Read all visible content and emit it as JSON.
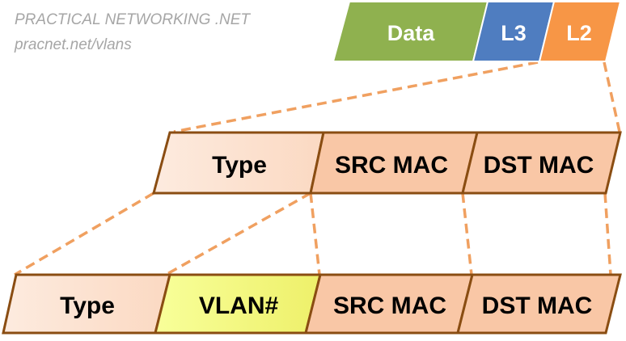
{
  "brand": {
    "title": "PRACTICAL NETWORKING .NET",
    "url": "pracnet.net/vlans"
  },
  "top_frame": {
    "data": "Data",
    "l3": "L3",
    "l2": "L2"
  },
  "l2_header": {
    "type": "Type",
    "src_mac": "SRC MAC",
    "dst_mac": "DST MAC"
  },
  "tagged_header": {
    "type": "Type",
    "vlan": "VLAN#",
    "src_mac": "SRC MAC",
    "dst_mac": "DST MAC"
  },
  "colors": {
    "data_fill": "#8fb14f",
    "l3_fill": "#4f7dc0",
    "l2_fill": "#f79646",
    "type_fill": "#fde6d6",
    "mac_fill": "#f9c7a6",
    "vlan_fill": "#f4f58a",
    "outline": "#8a4d12",
    "dash": "#f0a060"
  }
}
